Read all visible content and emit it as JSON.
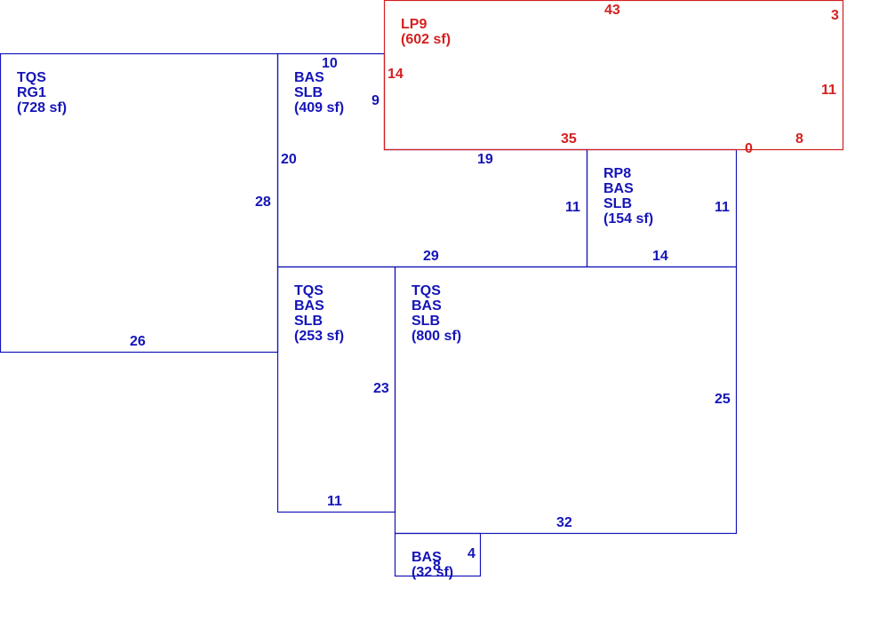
{
  "colors": {
    "main": "#1414b8",
    "highlight": "#d42020"
  },
  "areas": {
    "tqs_rg1": "TQS\nRG1\n(728 sf)",
    "bas_slb_409": "BAS\nSLB\n(409 sf)",
    "lp9": "LP9\n(602 sf)",
    "rp8": "RP8\nBAS\nSLB\n(154 sf)",
    "tqs_bas_slb_253": "TQS\nBAS\nSLB\n(253 sf)",
    "tqs_bas_slb_800": "TQS\nBAS\nSLB\n(800 sf)",
    "bas_32": "BAS\n(32 sf)"
  },
  "dims": {
    "rg1_right": "28",
    "rg1_bottom": "26",
    "slb409_top": "10",
    "slb409_left": "20",
    "slb409_notch": "9",
    "slb409_top_inner": "19",
    "slb409_right": "11",
    "slb409_bottom": "29",
    "lp9_top": "43",
    "lp9_corner": "3",
    "lp9_left": "14",
    "lp9_right": "11",
    "lp9_bottom": "35",
    "lp9_bottom_right": "8",
    "lp9_zero": "0",
    "rp8_right": "11",
    "rp8_bottom": "14",
    "slb253_right": "23",
    "slb253_bottom": "11",
    "slb800_right": "25",
    "slb800_bottom": "32",
    "bas32_right": "4",
    "bas32_bottom": "8"
  }
}
